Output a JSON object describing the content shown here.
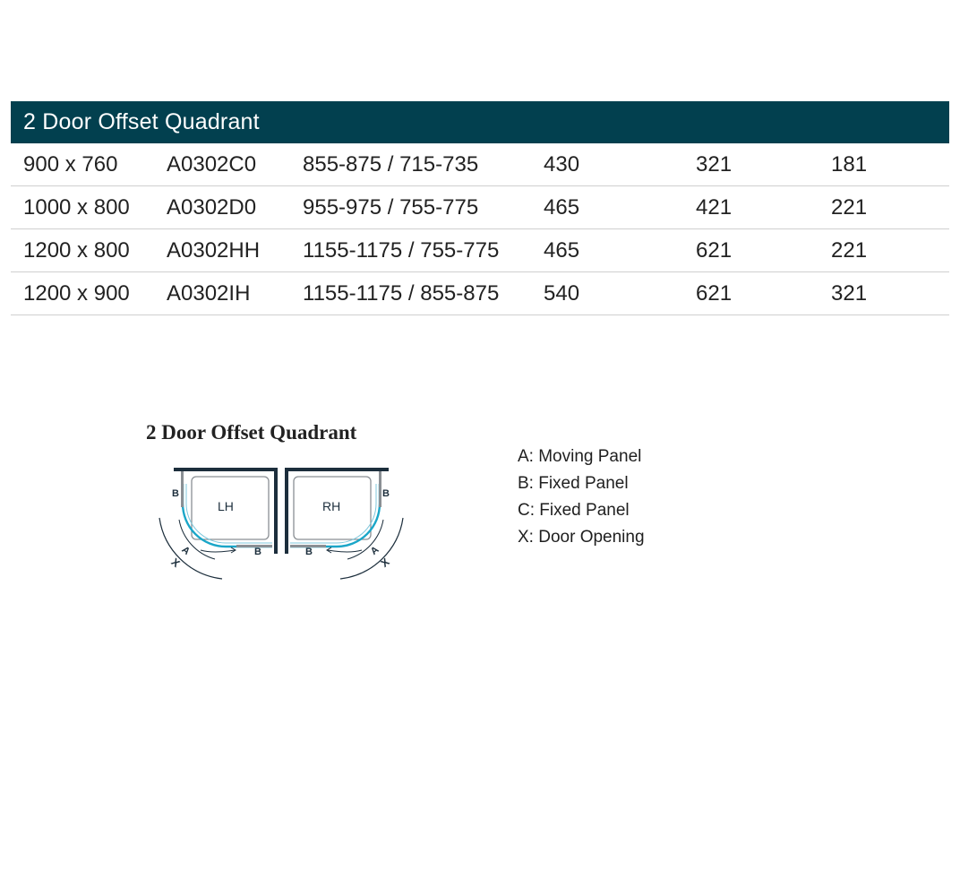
{
  "table": {
    "title": "2 Door Offset Quadrant",
    "rows": [
      [
        "900 x 760",
        "A0302C0",
        "855-875 / 715-735",
        "430",
        "321",
        "181"
      ],
      [
        "1000 x 800",
        "A0302D0",
        "955-975 / 755-775",
        "465",
        "421",
        "221"
      ],
      [
        "1200 x 800",
        "A0302HH",
        "1155-1175 / 755-775",
        "465",
        "621",
        "221"
      ],
      [
        "1200 x 900",
        "A0302IH",
        "1155-1175 / 855-875",
        "540",
        "621",
        "321"
      ]
    ]
  },
  "diagram": {
    "title": "2 Door Offset Quadrant",
    "left_label": "LH",
    "right_label": "RH",
    "label_a": "A",
    "label_b": "B",
    "label_x": "X"
  },
  "legend": [
    "A: Moving Panel",
    "B: Fixed Panel",
    "C: Fixed Panel",
    "X: Door Opening"
  ],
  "colors": {
    "header_bg": "#02404f",
    "glass": "#1aa6c8",
    "wall": "#1c2e3c"
  }
}
